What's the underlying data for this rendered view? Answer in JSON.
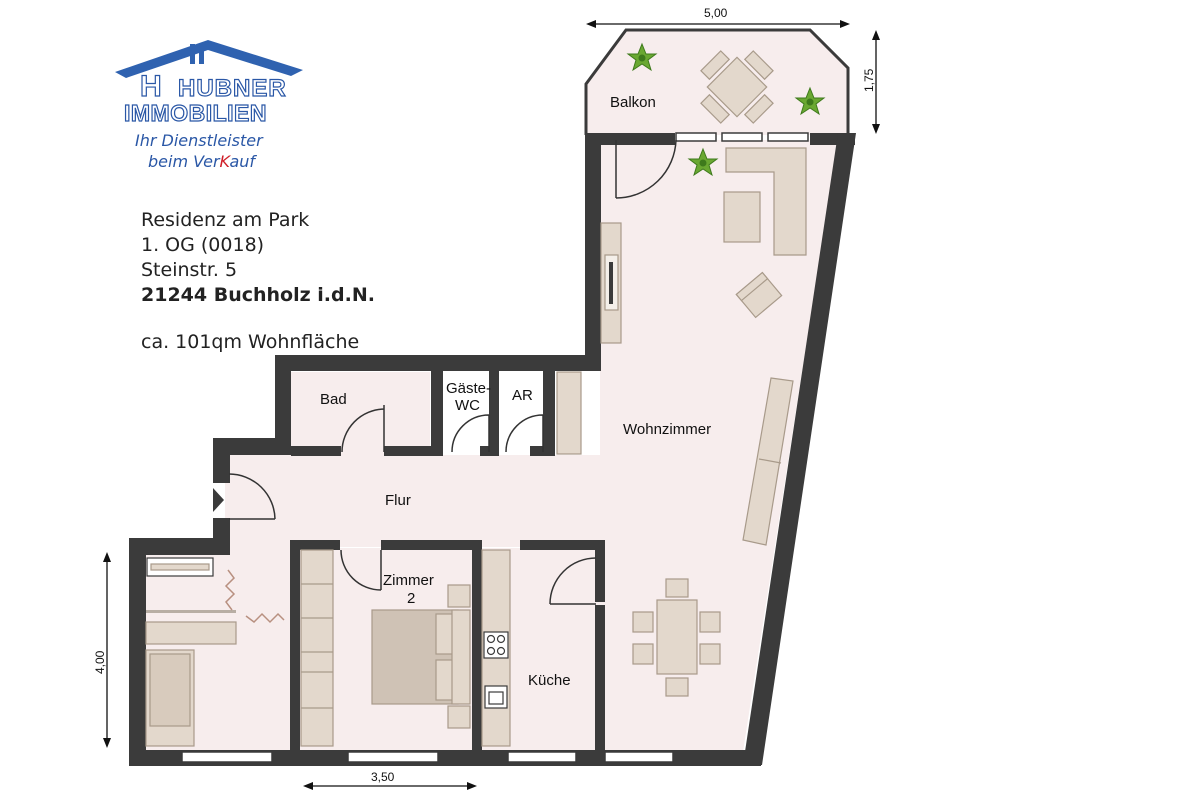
{
  "logo": {
    "name_top": "HUBNER",
    "name_bottom": "IMMOBILIEN",
    "slogan_line1": "Ihr Dienstleister",
    "slogan_line2_a": "beim Ver",
    "slogan_line2_b": "K",
    "slogan_line2_c": "auf",
    "colors": {
      "roof": "#2f62b0",
      "text": "#2a57a6",
      "accent": "#d0202a"
    }
  },
  "property": {
    "name": "Residenz am Park",
    "unit": "1. OG (0018)",
    "street": "Steinstr. 5",
    "city": "21244 Buchholz i.d.N.",
    "area": "ca. 101qm Wohnfläche"
  },
  "rooms": {
    "balkon": "Balkon",
    "bad": "Bad",
    "gaeste_wc_1": "Gäste-",
    "gaeste_wc_2": "WC",
    "ar": "AR",
    "wohnzimmer": "Wohnzimmer",
    "flur": "Flur",
    "zimmer2_1": "Zimmer",
    "zimmer2_2": "2",
    "kueche": "Küche"
  },
  "dimensions": {
    "top": "5,00",
    "balcony_depth": "1,75",
    "left": "4,00",
    "bottom": "3,50"
  },
  "colors": {
    "wall": "#3b3b3b",
    "floor": "#f7eded",
    "furniture": "#e3d8cc",
    "furniture_stroke": "#a89a8a",
    "plant": "#6aa832"
  }
}
